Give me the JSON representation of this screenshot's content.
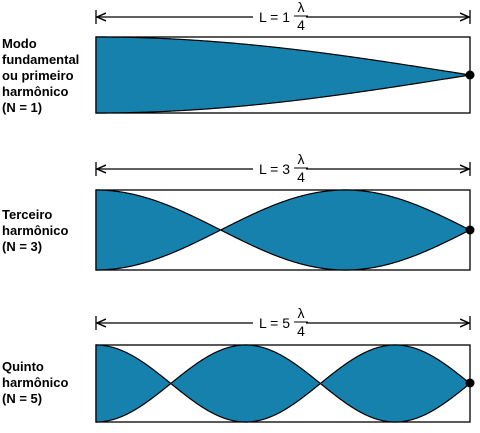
{
  "colors": {
    "wave": "#1581AC",
    "stroke": "#000000",
    "background": "#ffffff"
  },
  "panels": [
    {
      "id": "fundamental",
      "label_lines": [
        "Modo",
        "fundamental",
        "ou primeiro",
        "harmônico",
        "(N = 1)"
      ],
      "dimension": {
        "prefix": "L = 1",
        "numerator": "λ",
        "denominator": "4"
      },
      "quarter_wavelengths": 1
    },
    {
      "id": "third",
      "label_lines": [
        "Terceiro",
        "harmônico",
        "(N = 3)"
      ],
      "dimension": {
        "prefix": "L = 3",
        "numerator": "λ",
        "denominator": "4"
      },
      "quarter_wavelengths": 3
    },
    {
      "id": "fifth",
      "label_lines": [
        "Quinto",
        "harmônico",
        "(N = 5)"
      ],
      "dimension": {
        "prefix": "L = 5",
        "numerator": "λ",
        "denominator": "4"
      },
      "quarter_wavelengths": 5
    }
  ]
}
